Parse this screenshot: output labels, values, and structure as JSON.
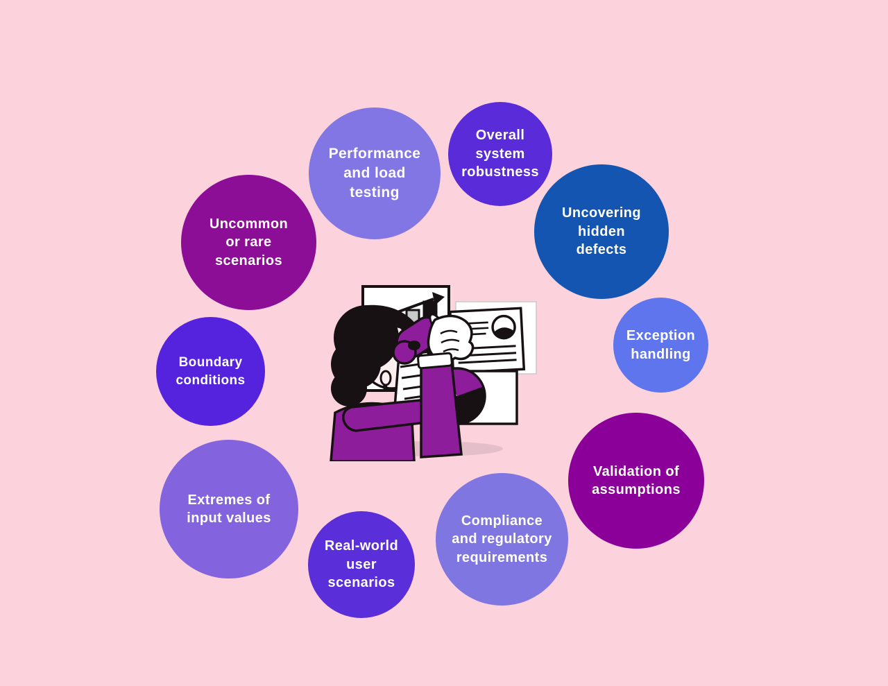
{
  "background_color": "#fcd2dd",
  "bubbles": [
    {
      "name": "performance-and-load-testing",
      "label": "Performance\nand load\ntesting",
      "color": "#8176e3"
    },
    {
      "name": "overall-system-robustness",
      "label": "Overall\nsystem\nrobustness",
      "color": "#5a2bd8"
    },
    {
      "name": "uncovering-hidden-defects",
      "label": "Uncovering\nhidden\ndefects",
      "color": "#1355b0"
    },
    {
      "name": "exception-handling",
      "label": "Exception\nhandling",
      "color": "#5f75ee"
    },
    {
      "name": "validation-of-assumptions",
      "label": "Validation of\nassumptions",
      "color": "#8a0099"
    },
    {
      "name": "compliance-and-regulatory-requirements",
      "label": "Compliance\nand regulatory\nrequirements",
      "color": "#8076e2"
    },
    {
      "name": "real-world-user-scenarios",
      "label": "Real-world\nuser\nscenarios",
      "color": "#5a2ed8"
    },
    {
      "name": "extremes-of-input-values",
      "label": "Extremes of\ninput values",
      "color": "#8464de"
    },
    {
      "name": "boundary-conditions",
      "label": "Boundary\nconditions",
      "color": "#5522dd"
    },
    {
      "name": "uncommon-or-rare-scenarios",
      "label": "Uncommon\nor rare\nscenarios",
      "color": "#8c0d96"
    }
  ],
  "illustration": {
    "subject": "woman-looking-through-binoculars-at-charts",
    "palette": {
      "accent_purple": "#8e1d9b",
      "ink": "#171114",
      "paper": "#ffffff",
      "skin": "#fdeef0",
      "gray_bar": "#c9c9c9"
    }
  }
}
